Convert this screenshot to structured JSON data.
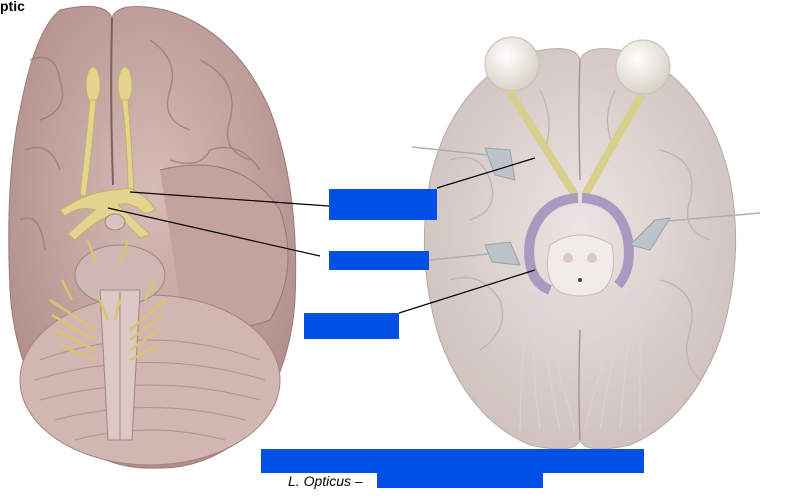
{
  "title": "ptic",
  "caption": {
    "text": "L. Opticus –"
  },
  "colors": {
    "label_box": "#0050e6",
    "brain_left": "#c9a9a4",
    "brain_right": "#ddd2cf",
    "nerve": "#e3d58f",
    "optic_radiation": "#a99bbf"
  },
  "figures": {
    "left": {
      "name": "brain-inferior-view-with-cranial-nerves"
    },
    "right": {
      "name": "brain-inferior-view-visual-pathway"
    }
  },
  "labels": [
    {
      "id": "label-1",
      "text": ""
    },
    {
      "id": "label-2",
      "text": ""
    },
    {
      "id": "label-3",
      "text": ""
    },
    {
      "id": "label-4",
      "text": ""
    },
    {
      "id": "label-5",
      "text": ""
    }
  ]
}
